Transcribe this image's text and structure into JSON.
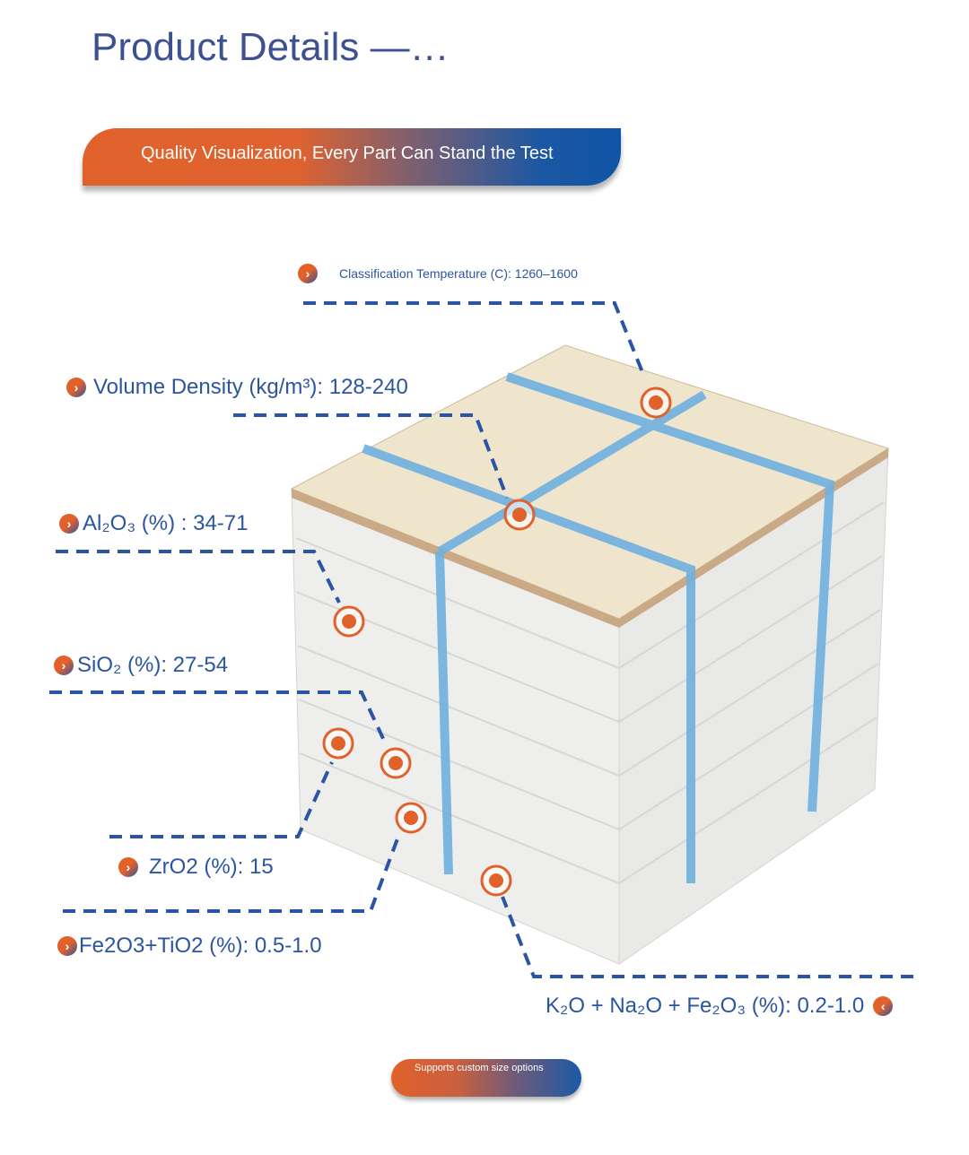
{
  "title": "Product Details —…",
  "banner": "Quality Visualization, Every Part Can Stand the Test",
  "specs": [
    {
      "label": "Classification Temperature (C): 1260–1600"
    },
    {
      "label": "Volume Density (kg/m³): 128-240"
    },
    {
      "label": "Al₂O₃ (%) : 34-71"
    },
    {
      "label": "SiO₂ (%): 27-54"
    },
    {
      "label": "ZrO2 (%): 15"
    },
    {
      "label": "Fe2O3+TiO2 (%): 0.5-1.0"
    },
    {
      "label": "K₂O + Na₂O + Fe₂O₃ (%): 0.2-1.0"
    }
  ],
  "footer_pill": "Supports custom size options",
  "colors": {
    "accent_orange": "#e1612b",
    "accent_blue": "#2b55a4",
    "title": "#3d5090"
  }
}
